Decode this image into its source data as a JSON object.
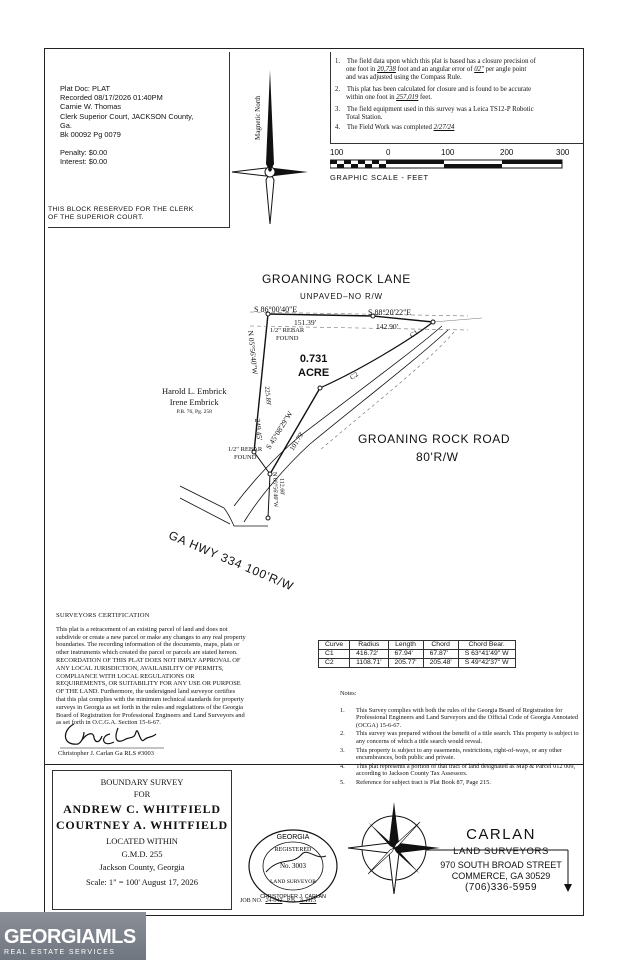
{
  "recording": {
    "lines": [
      "Plat Doc: PLAT",
      "Recorded 08/17/2026 01:40PM",
      "Carnie W. Thomas",
      "Clerk Superior Court, JACKSON County,",
      "Ga.",
      "Bk 00092 Pg 0079",
      "",
      "Penalty: $0.00",
      "Interest: $0.00"
    ],
    "reserved": [
      "THIS BLOCK RESERVED FOR THE CLERK",
      "OF THE SUPERIOR COURT."
    ]
  },
  "field_notes": {
    "n1_a": "The field data upon which this plat is based has a closure precision of",
    "n1_b": "one foot in",
    "n1_v1": "20,738",
    "n1_c": "foot and an angular error of",
    "n1_v2": "02\"",
    "n1_d": "per angle point",
    "n1_e": "and was adjusted using the Compass Rule.",
    "n2_a": "This plat has been calculated for closure and is found to be accurate",
    "n2_b": "within one foot in",
    "n2_v": "257,019",
    "n2_c": "feet.",
    "n3_a": "The field equipment used in this survey was a Leica TS12-P Robotic",
    "n3_b": "Total Station.",
    "n4_a": "The Field Work was completed",
    "n4_v": "2/27/24",
    "nums": [
      "1.",
      "2.",
      "3.",
      "4."
    ]
  },
  "scale": {
    "ticks": [
      "100",
      "0",
      "100",
      "200",
      "300"
    ],
    "label": "GRAPHIC SCALE - FEET"
  },
  "north": "Magnetic North",
  "plat": {
    "lane": "GROANING ROCK LANE",
    "lane_sub": "UNPAVED–NO R/W",
    "road": "GROANING ROCK ROAD",
    "road_rw": "80'R/W",
    "hwy": "GA HWY 334 100'R/W",
    "acre": "0.731",
    "acre_unit": "ACRE",
    "b1": "S 86°00'40\"E",
    "b1_d": "151.39'",
    "b2": "S 88°20'22\"E",
    "b2_d": "142.90'",
    "west": "N 05°56'40\"W",
    "west_d1": "225.89'",
    "west_d2": "249.45'",
    "diag": "S 45°08'29\"W",
    "diag_d": "101.79'",
    "south": "N 05°56'40\"W",
    "south_d": "112.60'",
    "rebar1": "1/2\" REBAR",
    "rebar1b": "FOUND",
    "rebar2": "1/2\" REBAR",
    "rebar2b": "FOUND",
    "c1": "C1",
    "c2": "C2",
    "owner1": "Harold L. Embrick",
    "owner2": "Irene Embrick",
    "owner_pb": "P.B. 76, Pg. 258"
  },
  "certification": {
    "title": "SURVEYORS CERTIFICATION",
    "body": "This plat is a retracement of an existing parcel of land and does not subdivide or create a new parcel or make any changes to any real property boundaries. The recording information of the documents, maps, plats or other instruments which created the parcel or parcels are stated hereon. RECORDATION OF THIS PLAT DOES NOT IMPLY APPROVAL OF ANY LOCAL JURISDICTION, AVAILABILITY OF PERMITS, COMPLIANCE WITH LOCAL REGULATIONS OR REQUIREMENTS, OR SUITABILITY FOR ANY USE OR PURPOSE OF THE LAND. Furthermore, the undersigned land surveyor certifies that this plat complies with the minimum technical standards for property surveys in Georgia as set forth in the rules and regulations of the Georgia Board of Registration for Professional Engineers and Land Surveyors and as set forth in O.C.G.A. Section 15-6-67.",
    "signer": "Christopher J. Carlan  Ga RLS #3003"
  },
  "curve_table": {
    "headers": [
      "Curve",
      "Radius",
      "Length",
      "Chord",
      "Chord Bear."
    ],
    "rows": [
      [
        "C1",
        "416.72'",
        "67.94'",
        "67.87'",
        "S 63°41'49\" W"
      ],
      [
        "C2",
        "1108.71'",
        "205.77'",
        "205.48'",
        "S 49°42'37\" W"
      ]
    ]
  },
  "notes": {
    "title": "Notes:",
    "items": [
      {
        "n": "1.",
        "t": "This Survey complies with both the rules of the Georgia Board of Registration for Professional Engineers and Land Surveyors and the Official Code of Georgia Annotated (OCGA) 15-6-67."
      },
      {
        "n": "2.",
        "t": "This survey was prepared without the benefit of a title search. This property is subject to any concerns of which a title search would reveal."
      },
      {
        "n": "3.",
        "t": "This property is subject to any easements, restrictions, right-of-ways, or any other encumbrances, both public and private."
      },
      {
        "n": "4.",
        "t": "This plat represents a portion of that tract of land designated as Map & Parcel 012 009, according to Jackson County Tax Assessors."
      },
      {
        "n": "5.",
        "t": "Reference for subject tract is Plat Book 87, Page 215."
      }
    ]
  },
  "title_block": {
    "l1": "BOUNDARY SURVEY",
    "l2": "FOR",
    "l3": "ANDREW C. WHITFIELD",
    "l4": "COURTNEY A. WHITFIELD",
    "l5": "LOCATED WITHIN",
    "l6": "G.M.D. 255",
    "l7": "Jackson County, Georgia",
    "l8": "Scale: 1\" = 100'  August 17, 2026"
  },
  "seal": {
    "top": "GEORGIA",
    "mid": "REGISTERED",
    "no": "No. 3003",
    "bottom": "LAND SURVEYOR",
    "name": "CHRISTOPHER J. CARLAN"
  },
  "job": {
    "label": "JOB NO.",
    "value": "24-042",
    "pb_label": "P.B.",
    "pb_value": "A-1115"
  },
  "company": {
    "name": "CARLAN",
    "sub": "LAND SURVEYORS",
    "addr": "970 SOUTH BROAD STREET",
    "city": "COMMERCE, GA  30529",
    "phone": "(706)336-5959"
  },
  "watermark": {
    "brand": "GEORGIAMLS",
    "sub": "REAL ESTATE SERVICES"
  }
}
